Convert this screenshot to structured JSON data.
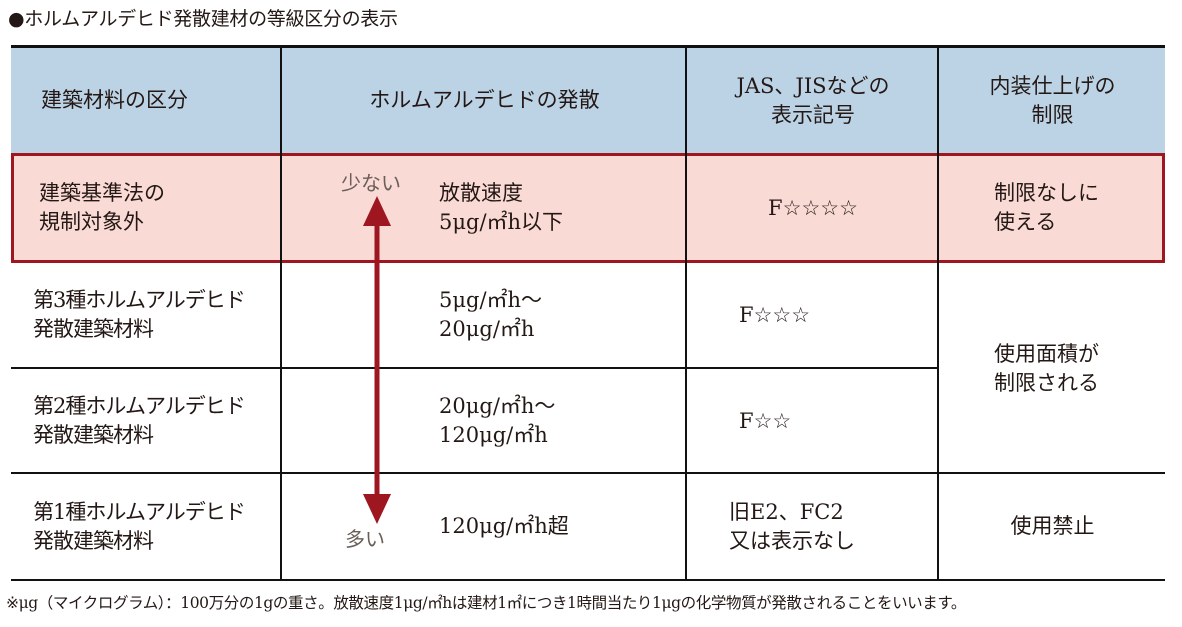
{
  "title": "●ホルムアルデヒド発散建材の等級区分の表示",
  "table": {
    "headers": [
      "建築材料の区分",
      "ホルムアルデヒドの発散",
      "JAS、JISなどの\n表示記号",
      "内装仕上げの\n制限"
    ],
    "rows": [
      {
        "category": "建築基準法の\n規制対象外",
        "emission": "放散速度\n5μg/㎡h以下",
        "symbol": "F☆☆☆☆",
        "restriction": "制限なしに\n使える",
        "highlighted": true
      },
      {
        "category": "第3種ホルムアルデヒド\n発散建築材料",
        "emission": "5μg/㎡h～\n20μg/㎡h",
        "symbol": "F☆☆☆",
        "restriction": "使用面積が\n制限される"
      },
      {
        "category": "第2種ホルムアルデヒド\n発散建築材料",
        "emission": "20μg/㎡h～\n120μg/㎡h",
        "symbol": "F☆☆",
        "restriction": "使用面積が\n制限される"
      },
      {
        "category": "第1種ホルムアルデヒド\n発散建築材料",
        "emission": "120μg/㎡h超",
        "symbol": "旧E2、FC2\n又は表示なし",
        "restriction": "使用禁止"
      }
    ],
    "arrow": {
      "top_label": "少ない",
      "bottom_label": "多い",
      "color": "#9e1620"
    }
  },
  "footnote": "※μg（マイクログラム）：100万分の1gの重さ。放散速度1μg/㎡hは建材1㎡につき1時間当たり1μgの化学物質が発散されることをいいます。",
  "colors": {
    "header_bg": "#bcd3e6",
    "highlight_bg": "#fadad4",
    "highlight_border": "#9e1620"
  }
}
